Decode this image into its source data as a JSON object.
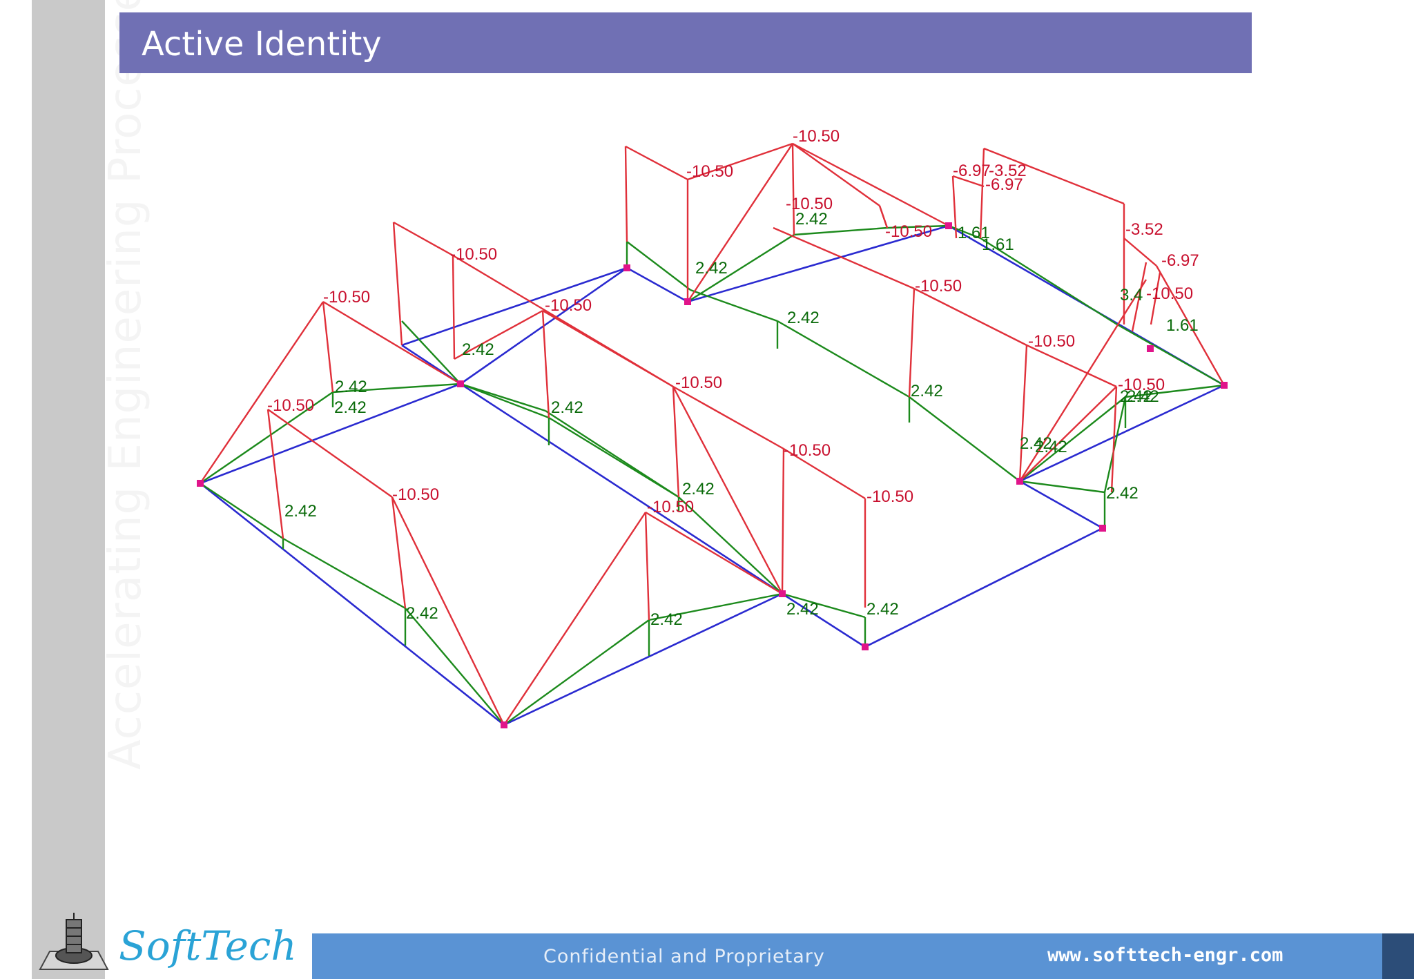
{
  "side_banner": {
    "text": "Accelerating Engineering Processes"
  },
  "title_bar": {
    "title": "Active Identity"
  },
  "footer": {
    "brand": "SoftTech",
    "confidential": "Confidential and Proprietary",
    "website": "www.softtech-engr.com"
  },
  "diagram": {
    "colors": {
      "member": "#e0303a",
      "diagram": "#1c8a1c",
      "base": "#2a2ad0",
      "node": "#e0148a"
    },
    "red_labels": [
      "-10.50",
      "-10.50",
      "-10.50",
      "-10.50",
      "-10.50",
      "-10.50",
      "-10.50",
      "-10.50",
      "-10.50",
      "-10.50",
      "-10.50",
      "-10.50",
      "-10.50",
      "-10.50",
      "-10.50",
      "-6.97",
      "-3.52",
      "-6.97",
      "-3.52",
      "-6.97",
      "-10.50",
      "-10.50"
    ],
    "green_labels": [
      "2.42",
      "2.42",
      "2.42",
      "2.42",
      "2.42",
      "2.42",
      "2.42",
      "2.42",
      "2.42",
      "2.42",
      "2.42",
      "2.42",
      "2.42",
      "2.42",
      "2.42",
      "2.42",
      "2.42",
      "2.42",
      "1.61",
      "1.61",
      "1.61",
      "3.4",
      "2.42"
    ]
  }
}
